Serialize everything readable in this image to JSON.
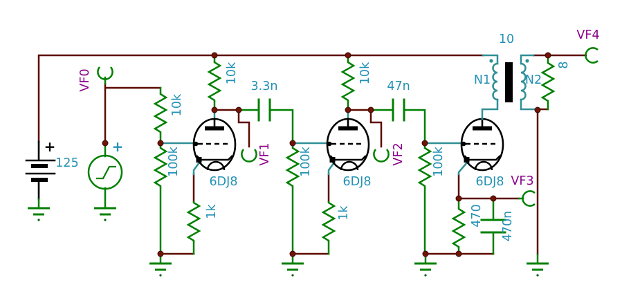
{
  "colors": {
    "background": "#ffffff",
    "wire_maroon": "#5c0a00",
    "component_green": "#008000",
    "winding_teal": "#2f8f96",
    "label_cyan": "#2391b5",
    "label_purple": "#8b008b",
    "symbol_black": "#000000"
  },
  "supply": {
    "battery_plus": "+",
    "battery_value": "125"
  },
  "input_source": {
    "plus": "+"
  },
  "probes": {
    "vf0": "VF0",
    "vf1": "VF1",
    "vf2": "VF2",
    "vf3": "VF3",
    "vf4": "VF4"
  },
  "stage1": {
    "grid_resistor": "10k",
    "plate_resistor": "10k",
    "grid_leak_resistor": "100k",
    "cathode_resistor": "1k",
    "tube": "6DJ8",
    "coupling_cap": "3.3n"
  },
  "stage2": {
    "plate_resistor": "10k",
    "grid_leak_resistor": "100k",
    "cathode_resistor": "1k",
    "tube": "6DJ8",
    "coupling_cap": "47n"
  },
  "stage3": {
    "grid_leak_resistor": "100k",
    "cathode_resistor": "470",
    "cathode_cap": "470n",
    "tube": "6DJ8"
  },
  "output": {
    "transformer_ratio": "10",
    "primary": "N1",
    "secondary": "N2",
    "load_resistor": "8"
  }
}
